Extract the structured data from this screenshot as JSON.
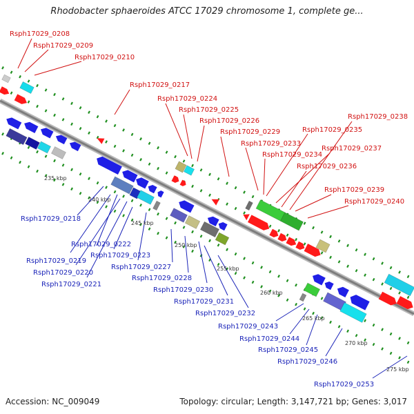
{
  "title": "Rhodobacter sphaeroides ATCC 17029 chromosome 1, complete ge...",
  "footer": {
    "accession": "Accession: NC_009049",
    "summary": "Topology: circular; Length: 3,147,721 bp; Genes: 3,017"
  },
  "colors": {
    "forward_strand_label": "#d11010",
    "reverse_strand_label": "#1a23b8",
    "backbone": "#8c8c8c",
    "tick_dots": "#1f8f1f"
  },
  "scale_labels": [
    "235 kbp",
    "240 kbp",
    "245 kbp",
    "250 kbp",
    "255 kbp",
    "260 kbp",
    "265 kbp",
    "270 kbp",
    "275 kbp"
  ],
  "forward_genes": [
    "Rsph17029_0208",
    "Rsph17029_0209",
    "Rsph17029_0210",
    "Rsph17029_0217",
    "Rsph17029_0224",
    "Rsph17029_0225",
    "Rsph17029_0226",
    "Rsph17029_0229",
    "Rsph17029_0233",
    "Rsph17029_0234",
    "Rsph17029_0235",
    "Rsph17029_0236",
    "Rsph17029_0237",
    "Rsph17029_0238",
    "Rsph17029_0239",
    "Rsph17029_0240"
  ],
  "reverse_genes": [
    "Rsph17029_0218",
    "Rsph17029_0219",
    "Rsph17029_0220",
    "Rsph17029_0221",
    "Rsph17029_0222",
    "Rsph17029_0223",
    "Rsph17029_0227",
    "Rsph17029_0228",
    "Rsph17029_0230",
    "Rsph17029_0231",
    "Rsph17029_0232",
    "Rsph17029_0243",
    "Rsph17029_0244",
    "Rsph17029_0245",
    "Rsph17029_0246",
    "Rsph17029_0253"
  ]
}
